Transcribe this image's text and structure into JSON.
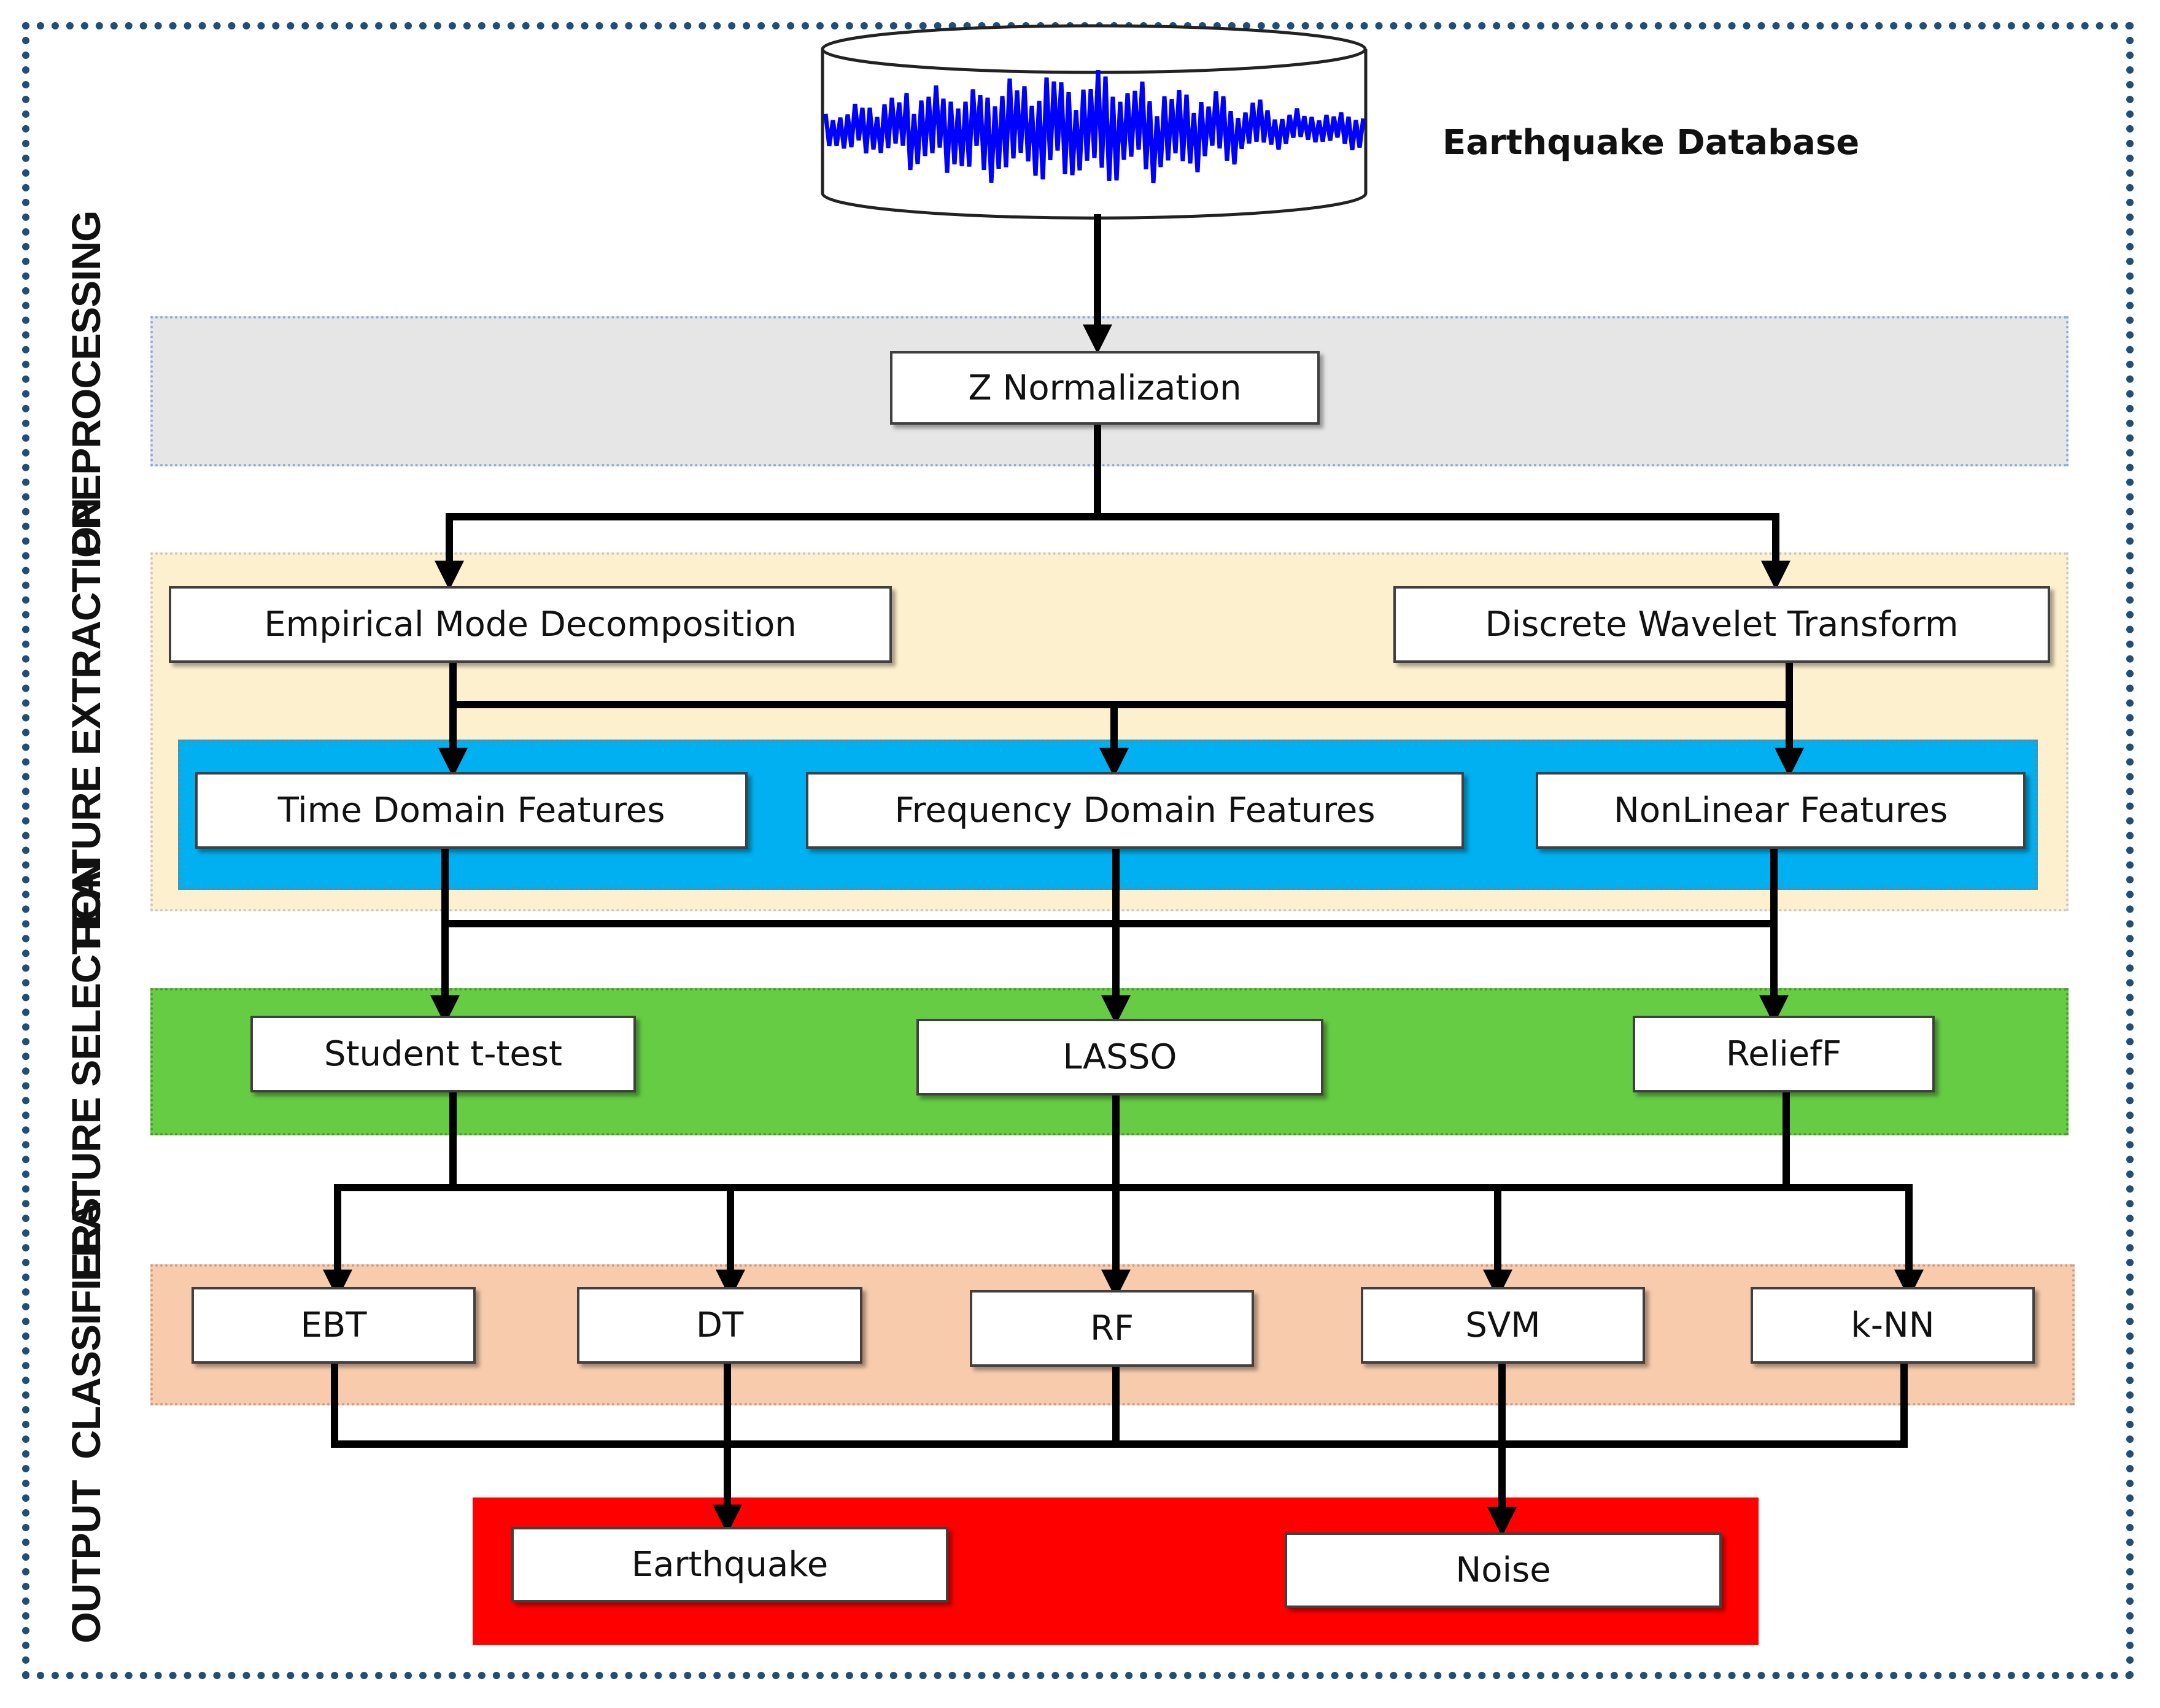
{
  "database": {
    "label": "Earthquake Database"
  },
  "sections": {
    "preprocessing": "PREPROCESSING",
    "feature_extraction": "FEATURE EXTRACTION",
    "feature_selection": "FEATURE SELECTION",
    "classifiers": "CLASSIFIERS",
    "output": "OUTPUT"
  },
  "nodes": {
    "z_normalization": "Z Normalization",
    "emd": "Empirical Mode Decomposition",
    "dwt": "Discrete Wavelet Transform",
    "time_domain": "Time Domain Features",
    "frequency_domain": "Frequency Domain Features",
    "nonlinear": "NonLinear Features",
    "student_ttest": "Student t-test",
    "lasso": "LASSO",
    "relieff": "ReliefF",
    "ebt": "EBT",
    "dt": "DT",
    "rf": "RF",
    "svm": "SVM",
    "knn": "k-NN",
    "earthquake": "Earthquake",
    "noise": "Noise"
  },
  "colors": {
    "preprocessing": "#e6e6e6",
    "feature_extraction": "#fdf0cf",
    "feature_domains": "#00b0f0",
    "feature_selection": "#66cc44",
    "classifiers": "#f8cbad",
    "output": "#ff0000",
    "waveform": "#0000ff"
  }
}
